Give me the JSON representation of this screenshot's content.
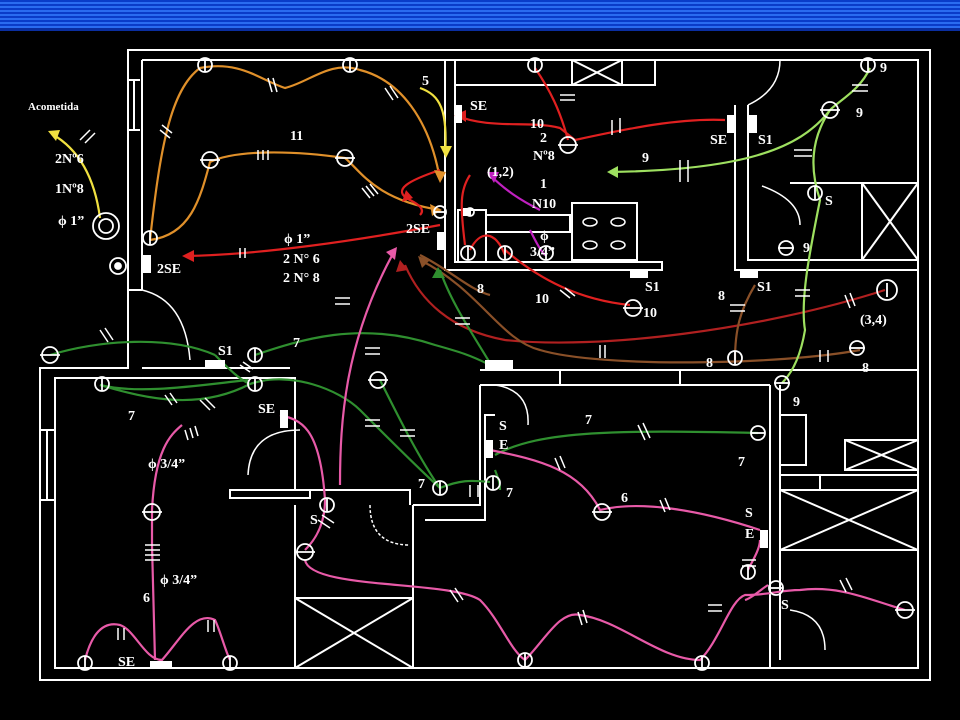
{
  "colors": {
    "background": "#000000",
    "walls": "#ffffff",
    "circuit_orange": "#e0902a",
    "circuit_red": "#e02020",
    "circuit_green": "#2f8f2f",
    "circuit_lightgreen": "#9ee060",
    "circuit_pink": "#e85aa8",
    "circuit_yellow": "#f0e040",
    "circuit_brown": "#8a5028",
    "circuit_magenta": "#c020c0",
    "title_bar": "#1a50e0"
  },
  "labels": {
    "acometida": "Acometida",
    "acometida_cable1": "2Nº6",
    "acometida_cable2": "1Nº8",
    "acometida_conduit": "ϕ 1”",
    "board_main": "2SE",
    "board_secondary": "2SE",
    "feeder_conduit": "ϕ 1”",
    "feeder_cable1": "2 N° 6",
    "feeder_cable2": "2 N° 8",
    "circuit_5": "5",
    "circuit_11": "11",
    "circuit_10a": "10",
    "circuit_10a_cable": "2",
    "circuit_10a_size": "Nº8",
    "circuit_1_2": "(1,2)",
    "circuit_1": "1",
    "circuit_1_cable": "N10",
    "circuit_1_phi": "ϕ",
    "circuit_1_conduit": "3/4”",
    "circuit_9a": "9",
    "circuit_9b": "9",
    "circuit_9c": "9",
    "circuit_9d": "9",
    "circuit_9e": "9",
    "circuit_8a": "8",
    "circuit_8b": "8",
    "circuit_8c": "8",
    "circuit_8d": "8",
    "circuit_10b": "10",
    "circuit_10c": "10",
    "circuit_3_4": "(3,4)",
    "circuit_7a": "7",
    "circuit_7b": "7",
    "circuit_7c": "7",
    "circuit_7d": "7",
    "circuit_7e": "7",
    "circuit_6a": "6",
    "circuit_6b": "6",
    "conduit_34a": "ϕ 3/4”",
    "conduit_34b": "ϕ 3/4”",
    "se_kitchen": "SE",
    "se_top_right": "SE",
    "s1_top_right": "S1",
    "s1_kitchen": "S1",
    "s1_right": "S1",
    "s1_left": "S1",
    "s_right": "S",
    "se_left_room": "SE",
    "se_bottom": "SE",
    "s_mid": "S",
    "se_center_s": "S",
    "se_center_e": "E",
    "se_right_s": "S",
    "se_right_e": "E",
    "s_bottom_right": "S"
  }
}
